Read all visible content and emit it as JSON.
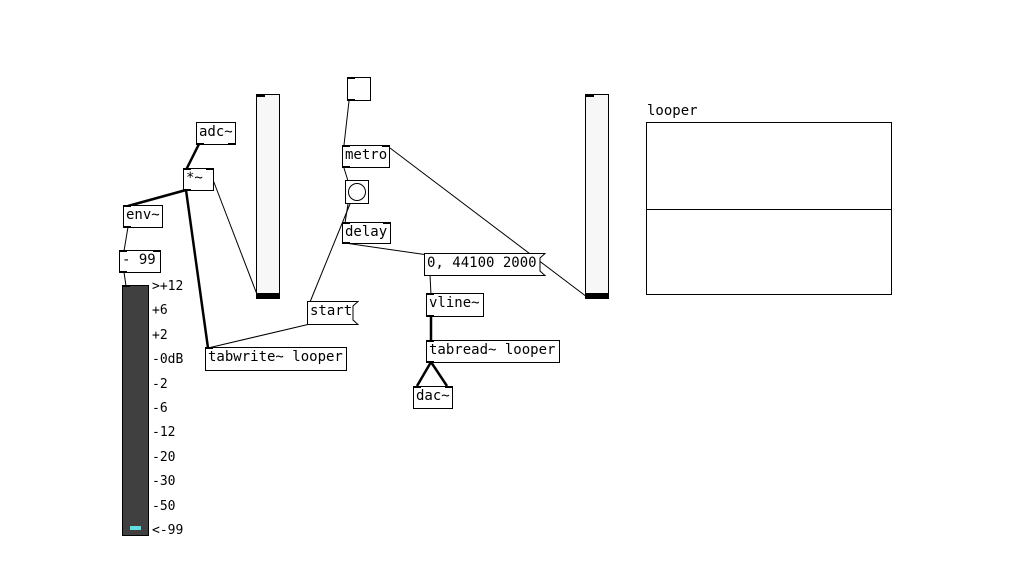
{
  "objects": {
    "adc": "adc~",
    "mul": "*~",
    "env": "env~",
    "minus99": "- 99",
    "tabwrite": "tabwrite~ looper",
    "metro": "metro",
    "delay": "delay",
    "vline": "vline~",
    "tabread": "tabread~ looper",
    "dac": "dac~"
  },
  "messages": {
    "start": "start",
    "ramp": "0, 44100 2000"
  },
  "vu_meter": {
    "scale_labels": [
      ">+12",
      "+6",
      "+2",
      "-0dB",
      "-2",
      "-6",
      "-12",
      "-20",
      "-30",
      "-50",
      "<-99"
    ],
    "level_color": "#5ee0e0"
  },
  "array": {
    "title": "looper"
  },
  "colors": {
    "canvas": "#ffffff",
    "ink": "#000000",
    "vu_background": "#404040"
  }
}
